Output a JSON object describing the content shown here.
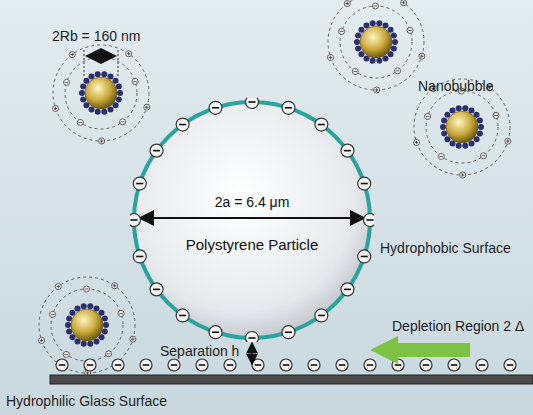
{
  "diagram": {
    "nodes": [
      {
        "text": [
          "2a = 6.4 μm",
          "Polystyrene Particle"
        ]
      }
    ],
    "labels": [
      "2Rb = 160 nm",
      "Nanobubble",
      "Hydrophobic Surface",
      "Separation h",
      "Depletion Region 2 Δ",
      "Hydrophilic Glass Surface"
    ]
  }
}
